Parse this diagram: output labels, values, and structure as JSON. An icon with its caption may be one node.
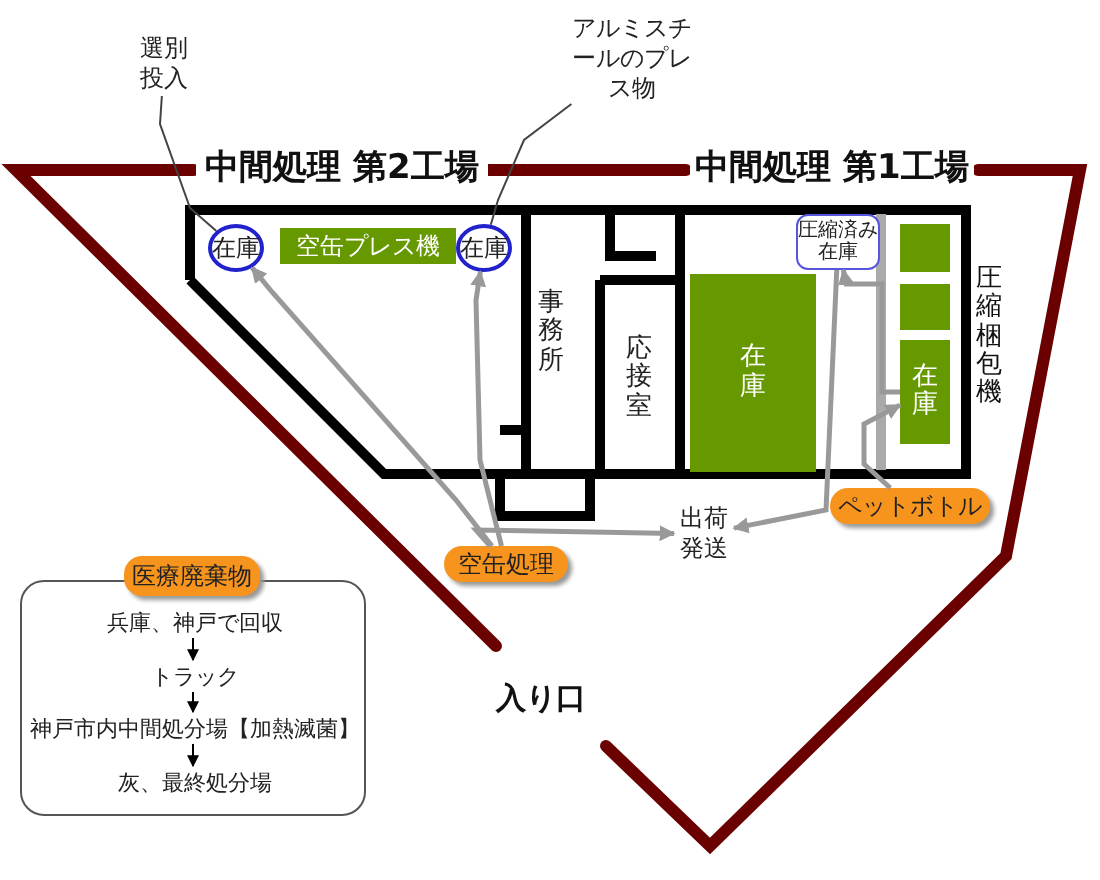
{
  "diagram": {
    "nodes": [
      {
        "text": [
          "選別投入"
        ]
      },
      {
        "text": [
          "アルミスチールのプレス物"
        ]
      },
      {
        "text": [
          "在庫"
        ]
      },
      {
        "text": [
          "空缶プレス機"
        ]
      },
      {
        "text": [
          "在庫"
        ]
      },
      {
        "text": [
          "事務所"
        ]
      },
      {
        "text": [
          "応接室"
        ]
      },
      {
        "text": [
          "在庫"
        ]
      },
      {
        "text": [
          "圧縮済み在庫"
        ]
      },
      {
        "text": [],
        "shape": "box"
      },
      {
        "text": [],
        "shape": "box"
      },
      {
        "text": [
          "在庫"
        ]
      },
      {
        "text": [
          "出荷発送"
        ]
      },
      {
        "text": [
          "空缶処理"
        ]
      },
      {
        "text": [
          "ペットボトル"
        ]
      },
      {
        "text": [],
        "shape": "box"
      },
      {
        "text": [
          "医療廃棄物"
        ]
      },
      {
        "text": [
          "兵庫、神戸で回収"
        ],
        "in": 15
      },
      {
        "text": [
          "トラック"
        ],
        "in": 15
      },
      {
        "text": [
          "神戸市内中間処分場【加熱滅菌】"
        ],
        "in": 15
      },
      {
        "text": [
          "灰、最終処分場"
        ],
        "in": 15
      }
    ],
    "edges": [
      {
        "from": 0,
        "to": 2,
        "arrow": "none",
        "color": "#444444"
      },
      {
        "from": 1,
        "to": 4,
        "arrow": "none",
        "color": "#444444"
      },
      {
        "from": 13,
        "to": 2,
        "arrow": "to"
      },
      {
        "from": 13,
        "to": 4,
        "arrow": "to"
      },
      {
        "from": 13,
        "to": 12,
        "arrow": "to"
      },
      {
        "from": 8,
        "to": 12,
        "arrow": "to"
      },
      {
        "from": 11,
        "to": 8,
        "arrow": "to"
      },
      {
        "from": 14,
        "to": 11,
        "arrow": "to"
      },
      {
        "from": 17,
        "to": 18,
        "arrow": "to",
        "color": "#000000"
      },
      {
        "from": 18,
        "to": 19,
        "arrow": "to",
        "color": "#000000"
      },
      {
        "from": 19,
        "to": 20,
        "arrow": "to",
        "color": "#000000"
      }
    ],
    "labels": [
      "中間処理 第2工場",
      "中間処理 第1工場",
      "圧縮梱包機",
      "入り口"
    ]
  }
}
